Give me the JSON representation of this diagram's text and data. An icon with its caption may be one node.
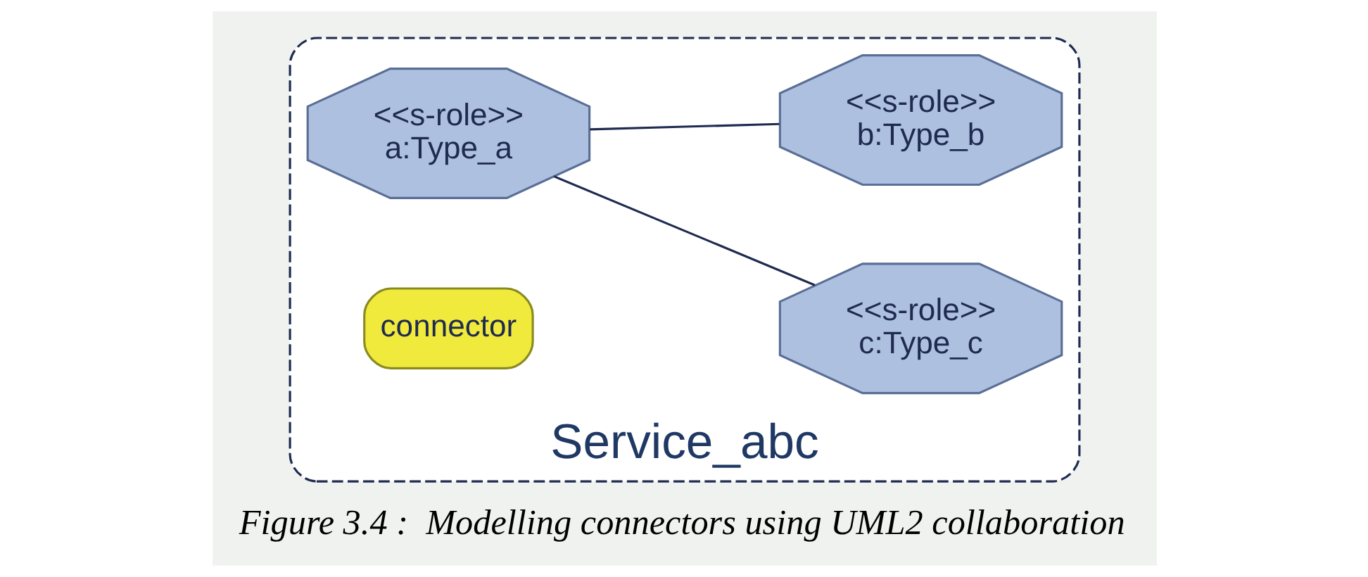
{
  "diagram": {
    "caption": "Figure 3.4 :  Modelling connectors using UML2 collaboration",
    "nodes": [
      {
        "text": [
          "Service_abc"
        ]
      },
      {
        "text": [
          "<<s-role>>",
          "c:Type_c"
        ],
        "in": 0
      },
      {
        "text": [
          "<<s-role>>",
          "a:Type_a"
        ],
        "in": 0
      },
      {
        "text": [
          "<<s-role>>",
          "b:Type_b"
        ],
        "in": 0
      },
      {
        "text": [
          "connector"
        ],
        "in": 0
      }
    ],
    "edges": [
      {
        "from": 2,
        "to": 1,
        "arrow": "none"
      },
      {
        "from": 2,
        "to": 3,
        "arrow": "none"
      }
    ]
  }
}
